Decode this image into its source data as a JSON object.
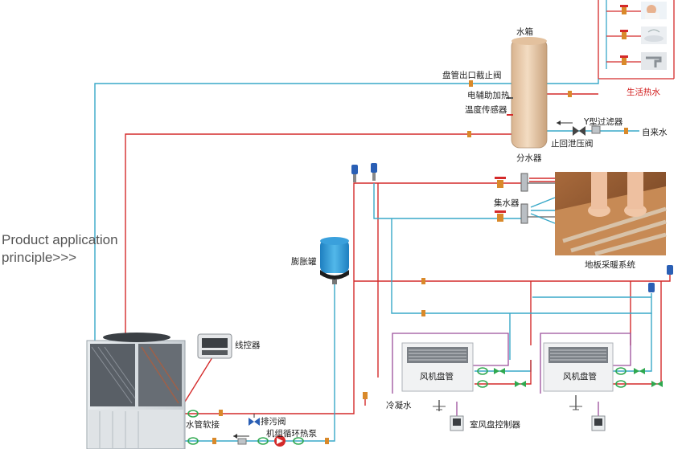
{
  "intro": {
    "line1": "Product application",
    "line2": "principle>>>"
  },
  "labels": {
    "water_tank": "水箱",
    "coil_outlet_valve": "盘管出口截止阀",
    "electric_heater": "电辅助加热",
    "temp_sensor": "温度传感器",
    "distributor": "分水器",
    "y_filter": "Y型过滤器",
    "check_valve": "止回泄压阀",
    "tap_water": "自来水",
    "domestic_hot_water": "生活热水",
    "collector": "集水器",
    "floor_heating": "地板采暖系统",
    "expansion_tank": "膨胀罐",
    "wire_controller": "线控器",
    "drain_valve": "排污阀",
    "soft_pipe": "水管软接",
    "circ_pump": "机组循环热泵",
    "fan_coil_1": "风机盘管",
    "fan_coil_2": "风机盘管",
    "condensate": "冷凝水",
    "fan_coil_controller": "室风盘控制器"
  },
  "colors": {
    "hot_pipe": "#d42a2a",
    "cold_pipe": "#38a8c8",
    "purple_wire": "#9b4f9b",
    "hot_water_frame": "#d42a2a",
    "tank": "#e9c9a6"
  }
}
